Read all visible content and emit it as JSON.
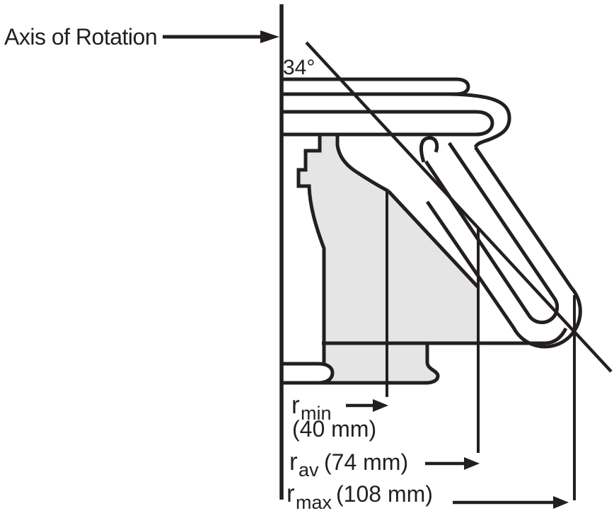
{
  "diagram": {
    "kind": "fixed-angle centrifuge rotor cross-section",
    "axis_label": "Axis of Rotation",
    "angle_label": "34°",
    "angle_degrees": 34,
    "radii": [
      {
        "name": "r-min",
        "symbol": "r",
        "subscript": "min",
        "value_label": "(40 mm)",
        "value_mm": 40
      },
      {
        "name": "r-av",
        "symbol": "r",
        "subscript": "av",
        "value_label": "(74 mm)",
        "value_mm": 74
      },
      {
        "name": "r-max",
        "symbol": "r",
        "subscript": "max",
        "value_label": "(108 mm)",
        "value_mm": 108
      }
    ],
    "colors": {
      "ink": "#231f20",
      "body_fill": "#e4e5e4",
      "background": "#ffffff"
    }
  }
}
